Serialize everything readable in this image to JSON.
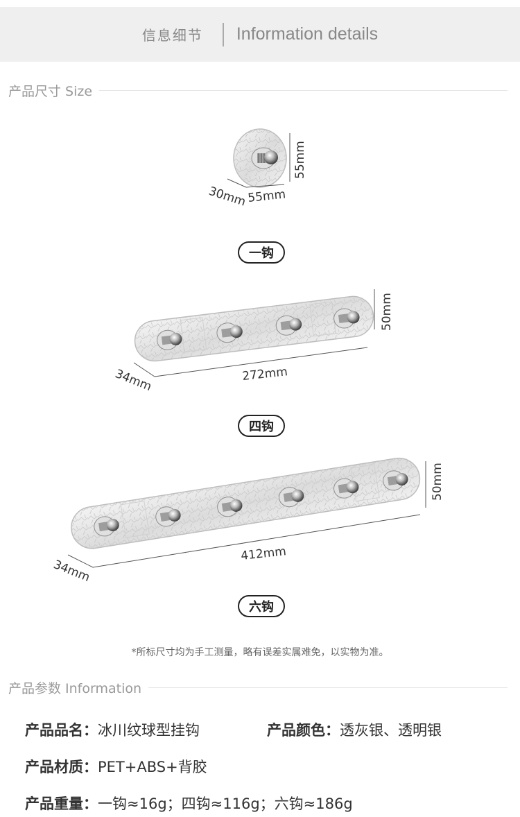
{
  "header": {
    "title_cn": "信息细节",
    "title_en": "Information details"
  },
  "size_section": {
    "title": "产品尺寸 Size"
  },
  "products": [
    {
      "name": "一钩",
      "dims": [
        "30mm",
        "55mm",
        "55mm"
      ]
    },
    {
      "name": "四钩",
      "dims": [
        "34mm",
        "272mm",
        "50mm"
      ]
    },
    {
      "name": "六钩",
      "dims": [
        "34mm",
        "412mm",
        "50mm"
      ]
    }
  ],
  "note": "*所标尺寸均为手工测量，略有误差实属难免，以实物为准。",
  "info_section": {
    "title": "产品参数 Information",
    "items": [
      {
        "label": "产品品名：",
        "value": "冰川纹球型挂钩"
      },
      {
        "label": "产品颜色：",
        "value": "透灰银、透明银"
      },
      {
        "label": "产品材质：",
        "value": "PET+ABS+背胶"
      },
      {
        "label": "产品重量：",
        "value": "一钩≈16g；四钩≈116g；六钩≈186g"
      }
    ]
  },
  "colors": {
    "header_bg": "#efefef",
    "muted_text": "#999999",
    "pill_border": "#222222"
  }
}
